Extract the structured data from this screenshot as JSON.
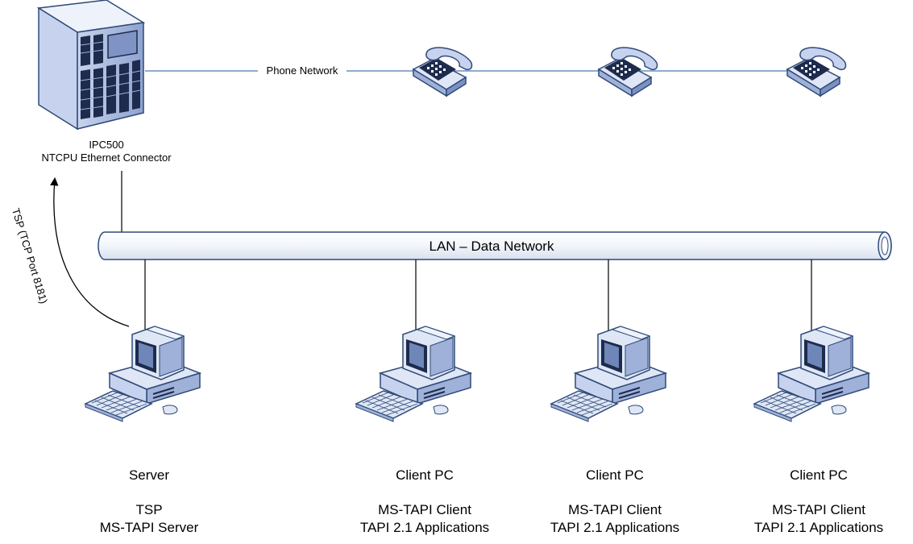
{
  "pbx": {
    "name": "IPC500",
    "connector": "NTCPU Ethernet Connector"
  },
  "phone_network": {
    "label": "Phone Network",
    "phone_count": 3
  },
  "lan": {
    "label": "LAN – Data Network"
  },
  "tsp_link": {
    "label": "TSP (TCP Port 8181)"
  },
  "nodes": [
    {
      "name": "Server",
      "line1": "TSP",
      "line2": "MS-TAPI Server"
    },
    {
      "name": "Client PC",
      "line1": "MS-TAPI Client",
      "line2": "TAPI 2.1 Applications"
    },
    {
      "name": "Client PC",
      "line1": "MS-TAPI Client",
      "line2": "TAPI 2.1 Applications"
    },
    {
      "name": "Client PC",
      "line1": "MS-TAPI Client",
      "line2": "TAPI 2.1 Applications"
    }
  ],
  "colors": {
    "line": "#5b86b8",
    "device_fill": "#dfe6f5",
    "device_dark": "#2f4a79",
    "lan_fill": "#f4f7fb"
  }
}
